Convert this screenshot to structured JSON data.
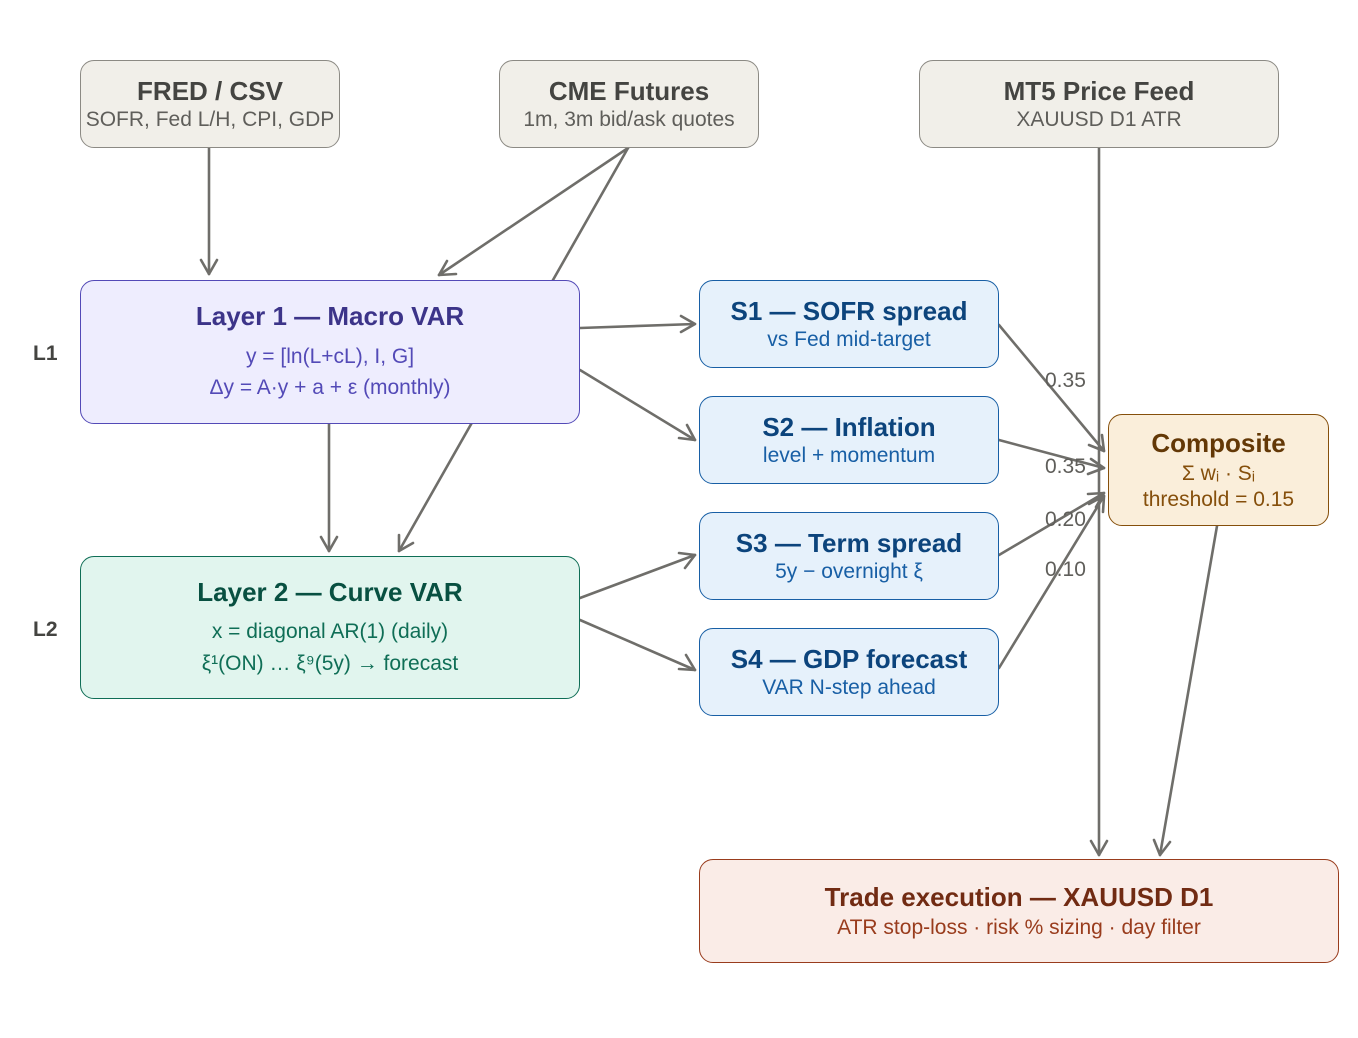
{
  "colors": {
    "edge": "#6f6e6a",
    "source_fill": "#f1efe9",
    "layer1_fill": "#eeedfe",
    "layer2_fill": "#e1f5ee",
    "signal_fill": "#e6f1fb",
    "composite_fill": "#faeeda",
    "execution_fill": "#faece7"
  },
  "layer_labels": {
    "l1": "L1",
    "l2": "L2"
  },
  "sources": {
    "fred": {
      "title": "FRED / CSV",
      "sub": "SOFR, Fed L/H, CPI, GDP"
    },
    "cme": {
      "title": "CME Futures",
      "sub": "1m, 3m bid/ask quotes"
    },
    "mt5": {
      "title": "MT5 Price Feed",
      "sub": "XAUUSD D1 ATR"
    }
  },
  "layer1": {
    "title": "Layer 1 — Macro VAR",
    "line1": "y = [ln(L+cL), I, G]",
    "line2": "Δy = A·y + a + ε (monthly)"
  },
  "layer2": {
    "title": "Layer 2 — Curve VAR",
    "line1": "x = diagonal AR(1) (daily)",
    "line2": "ξ¹(ON) … ξ⁹(5y) → forecast"
  },
  "signals": [
    {
      "title": "S1 — SOFR spread",
      "sub": "vs Fed mid-target",
      "weight": "0.35"
    },
    {
      "title": "S2 — Inflation",
      "sub": "level + momentum",
      "weight": "0.35"
    },
    {
      "title": "S3 — Term spread",
      "sub": "5y − overnight ξ",
      "weight": "0.20"
    },
    {
      "title": "S4 — GDP forecast",
      "sub": "VAR N-step ahead",
      "weight": "0.10"
    }
  ],
  "composite": {
    "title": "Composite",
    "formula": "Σ wᵢ · Sᵢ",
    "threshold": "threshold = 0.15"
  },
  "execution": {
    "title": "Trade execution — XAUUSD D1",
    "sub": "ATR stop-loss · risk % sizing · day filter"
  }
}
